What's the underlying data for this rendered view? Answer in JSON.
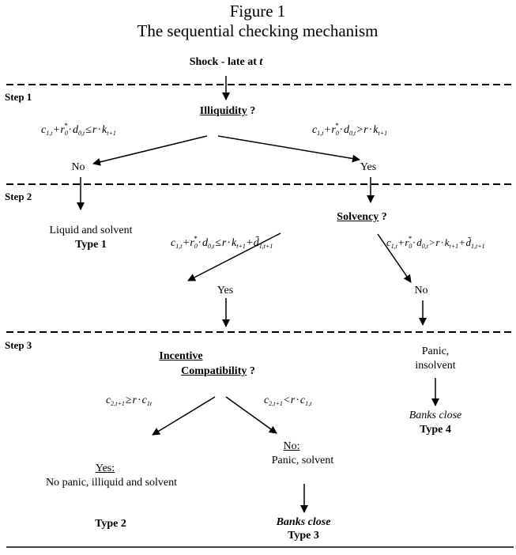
{
  "figure": {
    "number_label": "Figure 1",
    "title": "The sequential checking mechanism"
  },
  "start": {
    "label_prefix": "Shock - late at ",
    "label_var": "t"
  },
  "steps": [
    "Step 1",
    "Step 2",
    "Step 3"
  ],
  "step1": {
    "question": "Illiquidity",
    "question_mark": " ?",
    "left_condition": "c₁,ₜ + r₀*·d₀,ₜ ≤ r·kₜ₊₁",
    "right_condition": "c₁,ₜ + r₀*·d₀,ₜ > r·kₜ₊₁",
    "left_answer": "No",
    "right_answer": "Yes"
  },
  "step2": {
    "question": "Solvency",
    "question_mark": " ?",
    "left_condition": "c₁,ₜ + r₀*·d₀,ₜ ≤ r·kₜ₊₁ + d̃₁,ₜ₊₁",
    "right_condition": "c₁,ₜ + r₀*·d₀,ₜ > r·kₜ₊₁ + d̃₁,ₜ₊₁",
    "left_answer": "Yes",
    "right_answer": "No",
    "outcome_type1": {
      "line1": "Liquid and solvent",
      "line2": "Type 1"
    }
  },
  "step3": {
    "question_line1": "Incentive",
    "question_line2": "Compatibility",
    "question_mark": " ?",
    "left_condition": "c₂,ₜ₊₁ ≥ r·c₁ₜ",
    "right_condition": "c₂,ₜ₊₁ < r·c₁,ₜ",
    "outcome_type2": {
      "heading": "Yes:",
      "line1": "No panic, illiquid and solvent",
      "type": "Type 2"
    },
    "outcome_type3": {
      "heading": "No:",
      "line1": "Panic, solvent",
      "status": "Banks close",
      "type": "Type 3"
    },
    "outcome_type4": {
      "line1": "Panic,",
      "line2": "insolvent",
      "status": "Banks close",
      "type": "Type 4"
    }
  }
}
